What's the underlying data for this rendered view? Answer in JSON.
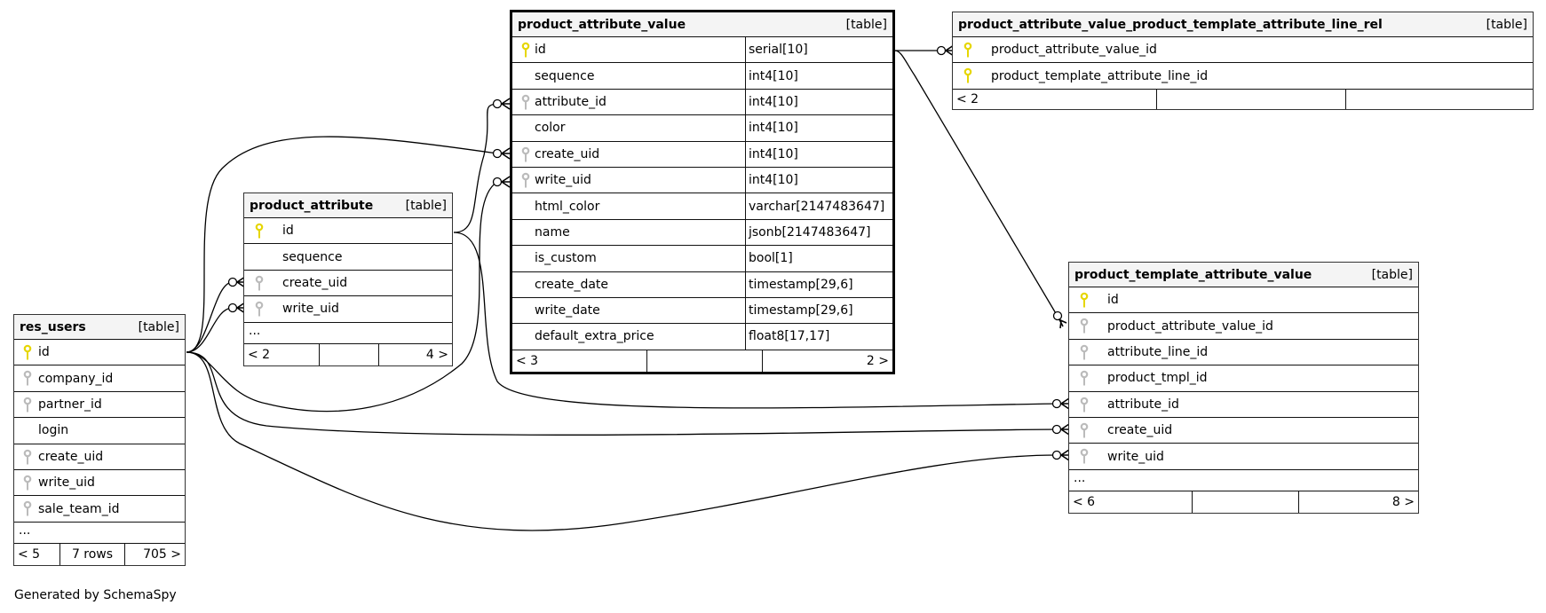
{
  "diagram": {
    "generated_by": "Generated by SchemaSpy",
    "key_colors": {
      "primary": "#e6d600",
      "foreign": "#bbbbbb"
    }
  },
  "tables": {
    "res_users": {
      "name": "res_users",
      "type": "[table]",
      "columns": [
        {
          "name": "id",
          "key": "primary"
        },
        {
          "name": "company_id",
          "key": "foreign"
        },
        {
          "name": "partner_id",
          "key": "foreign"
        },
        {
          "name": "login",
          "key": ""
        },
        {
          "name": "create_uid",
          "key": "foreign"
        },
        {
          "name": "write_uid",
          "key": "foreign"
        },
        {
          "name": "sale_team_id",
          "key": "foreign"
        }
      ],
      "more": "...",
      "footer": {
        "parents": "< 5",
        "rows": "7 rows",
        "children": "705 >"
      }
    },
    "product_attribute": {
      "name": "product_attribute",
      "type": "[table]",
      "columns": [
        {
          "name": "id",
          "key": "primary"
        },
        {
          "name": "sequence",
          "key": ""
        },
        {
          "name": "create_uid",
          "key": "foreign"
        },
        {
          "name": "write_uid",
          "key": "foreign"
        }
      ],
      "more": "...",
      "footer": {
        "parents": "< 2",
        "rows": "",
        "children": "4 >"
      }
    },
    "product_attribute_value": {
      "name": "product_attribute_value",
      "type": "[table]",
      "columns": [
        {
          "name": "id",
          "key": "primary",
          "dtype": "serial[10]"
        },
        {
          "name": "sequence",
          "key": "",
          "dtype": "int4[10]"
        },
        {
          "name": "attribute_id",
          "key": "foreign",
          "dtype": "int4[10]"
        },
        {
          "name": "color",
          "key": "",
          "dtype": "int4[10]"
        },
        {
          "name": "create_uid",
          "key": "foreign",
          "dtype": "int4[10]"
        },
        {
          "name": "write_uid",
          "key": "foreign",
          "dtype": "int4[10]"
        },
        {
          "name": "html_color",
          "key": "",
          "dtype": "varchar[2147483647]"
        },
        {
          "name": "name",
          "key": "",
          "dtype": "jsonb[2147483647]"
        },
        {
          "name": "is_custom",
          "key": "",
          "dtype": "bool[1]"
        },
        {
          "name": "create_date",
          "key": "",
          "dtype": "timestamp[29,6]"
        },
        {
          "name": "write_date",
          "key": "",
          "dtype": "timestamp[29,6]"
        },
        {
          "name": "default_extra_price",
          "key": "",
          "dtype": "float8[17,17]"
        }
      ],
      "footer": {
        "parents": "< 3",
        "rows": "",
        "children": "2 >"
      }
    },
    "pav_ptal_rel": {
      "name": "product_attribute_value_product_template_attribute_line_rel",
      "type": "[table]",
      "columns": [
        {
          "name": "product_attribute_value_id",
          "key": "primary"
        },
        {
          "name": "product_template_attribute_line_id",
          "key": "primary"
        }
      ],
      "footer": {
        "parents": "< 2",
        "rows": "",
        "children": ""
      }
    },
    "product_template_attribute_value": {
      "name": "product_template_attribute_value",
      "type": "[table]",
      "columns": [
        {
          "name": "id",
          "key": "primary"
        },
        {
          "name": "product_attribute_value_id",
          "key": "foreign"
        },
        {
          "name": "attribute_line_id",
          "key": "foreign"
        },
        {
          "name": "product_tmpl_id",
          "key": "foreign"
        },
        {
          "name": "attribute_id",
          "key": "foreign"
        },
        {
          "name": "create_uid",
          "key": "foreign"
        },
        {
          "name": "write_uid",
          "key": "foreign"
        }
      ],
      "more": "...",
      "footer": {
        "parents": "< 6",
        "rows": "",
        "children": "8 >"
      }
    }
  },
  "relationships": [
    {
      "from": "res_users.id",
      "to": "product_attribute.create_uid"
    },
    {
      "from": "res_users.id",
      "to": "product_attribute.write_uid"
    },
    {
      "from": "res_users.id",
      "to": "product_attribute_value.create_uid"
    },
    {
      "from": "res_users.id",
      "to": "product_attribute_value.write_uid"
    },
    {
      "from": "res_users.id",
      "to": "product_template_attribute_value.create_uid"
    },
    {
      "from": "res_users.id",
      "to": "product_template_attribute_value.write_uid"
    },
    {
      "from": "product_attribute.id",
      "to": "product_attribute_value.attribute_id"
    },
    {
      "from": "product_attribute.id",
      "to": "product_template_attribute_value.attribute_id"
    },
    {
      "from": "product_attribute_value.id",
      "to": "pav_ptal_rel.product_attribute_value_id"
    },
    {
      "from": "product_attribute_value.id",
      "to": "product_template_attribute_value.product_attribute_value_id"
    }
  ]
}
